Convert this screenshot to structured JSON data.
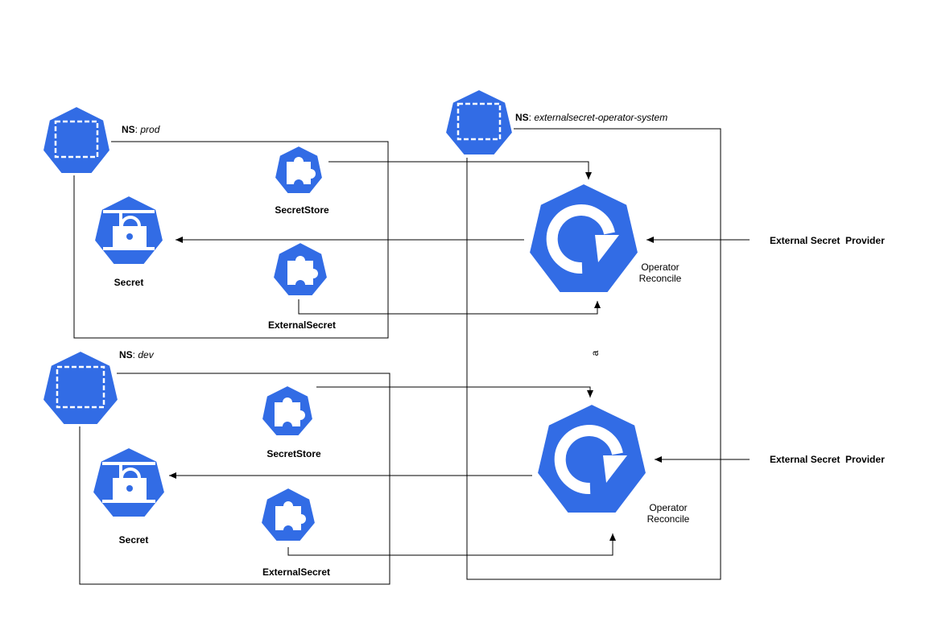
{
  "namespaces": {
    "prod": {
      "prefix": "NS",
      "name": "prod"
    },
    "dev": {
      "prefix": "NS",
      "name": "dev"
    },
    "operator": {
      "prefix": "NS",
      "name": "externalsecret-operator-system"
    }
  },
  "labels": {
    "secretstore": "SecretStore",
    "externalsecret": "ExternalSecret",
    "secret": "Secret",
    "operator_line1": "Operator",
    "operator_line2": "Reconcile",
    "provider": "External Secret  Provider",
    "stray": "a"
  },
  "colors": {
    "k8s_blue": "#326ce5",
    "line": "#000000",
    "icon_fill": "#ffffff"
  },
  "icons": [
    "namespace-icon",
    "puzzle-icon",
    "lock-icon",
    "reconcile-icon"
  ]
}
